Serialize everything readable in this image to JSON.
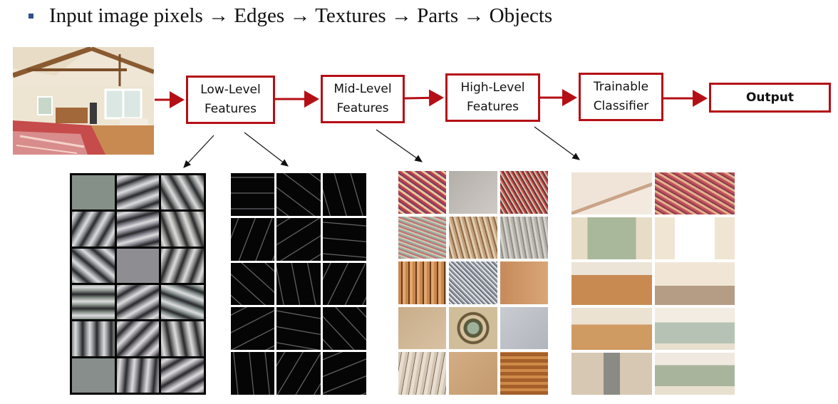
{
  "headline": {
    "text": "Input image pixels → Edges → Textures → Parts → Objects",
    "bullet_color": "#2f4f8f"
  },
  "input_image": {
    "icon": "bedroom-photo-icon"
  },
  "stages": [
    {
      "label": "Low-Level\nFeatures"
    },
    {
      "label": "Mid-Level\nFeatures"
    },
    {
      "label": "High-Level\nFeatures"
    },
    {
      "label": "Trainable\nClassifier"
    },
    {
      "label": "Output"
    }
  ],
  "feature_grids": [
    {
      "icon": "gabor-filters-grid-icon"
    },
    {
      "icon": "edge-response-grid-icon"
    },
    {
      "icon": "texture-patches-grid-icon"
    },
    {
      "icon": "object-parts-grid-icon"
    }
  ],
  "colors": {
    "arrow": "#b50f16",
    "box_border": "#b50f16",
    "pointer": "#111111"
  }
}
